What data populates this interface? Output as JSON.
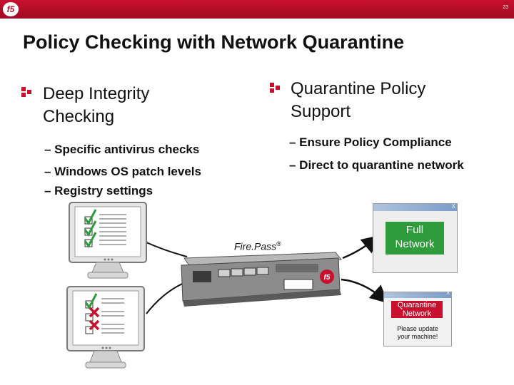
{
  "header": {
    "page_number": "23",
    "logo_text": "f5"
  },
  "title": "Policy Checking with Network Quarantine",
  "left": {
    "heading_line1": "Deep Integrity",
    "heading_line2": "Checking",
    "items": [
      "– Specific antivirus checks",
      "– Windows OS patch levels",
      "– Registry settings"
    ]
  },
  "right": {
    "heading_line1": "Quarantine Policy",
    "heading_line2": "Support",
    "items": [
      "– Ensure Policy Compliance",
      "– Direct to quarantine network"
    ]
  },
  "device": {
    "label": "Fire.Pass",
    "mark": "®"
  },
  "full_network": {
    "close": "X",
    "line1": "Full",
    "line2": "Network"
  },
  "quarantine": {
    "close": "X",
    "line1": "Quarantine",
    "line2": "Network",
    "msg1": "Please update",
    "msg2": "your machine!"
  },
  "colors": {
    "brand_red": "#c8102e",
    "full_green": "#2e9c3a",
    "quarantine_red": "#c8102e",
    "monitor_gray": "#e6e6e6"
  }
}
